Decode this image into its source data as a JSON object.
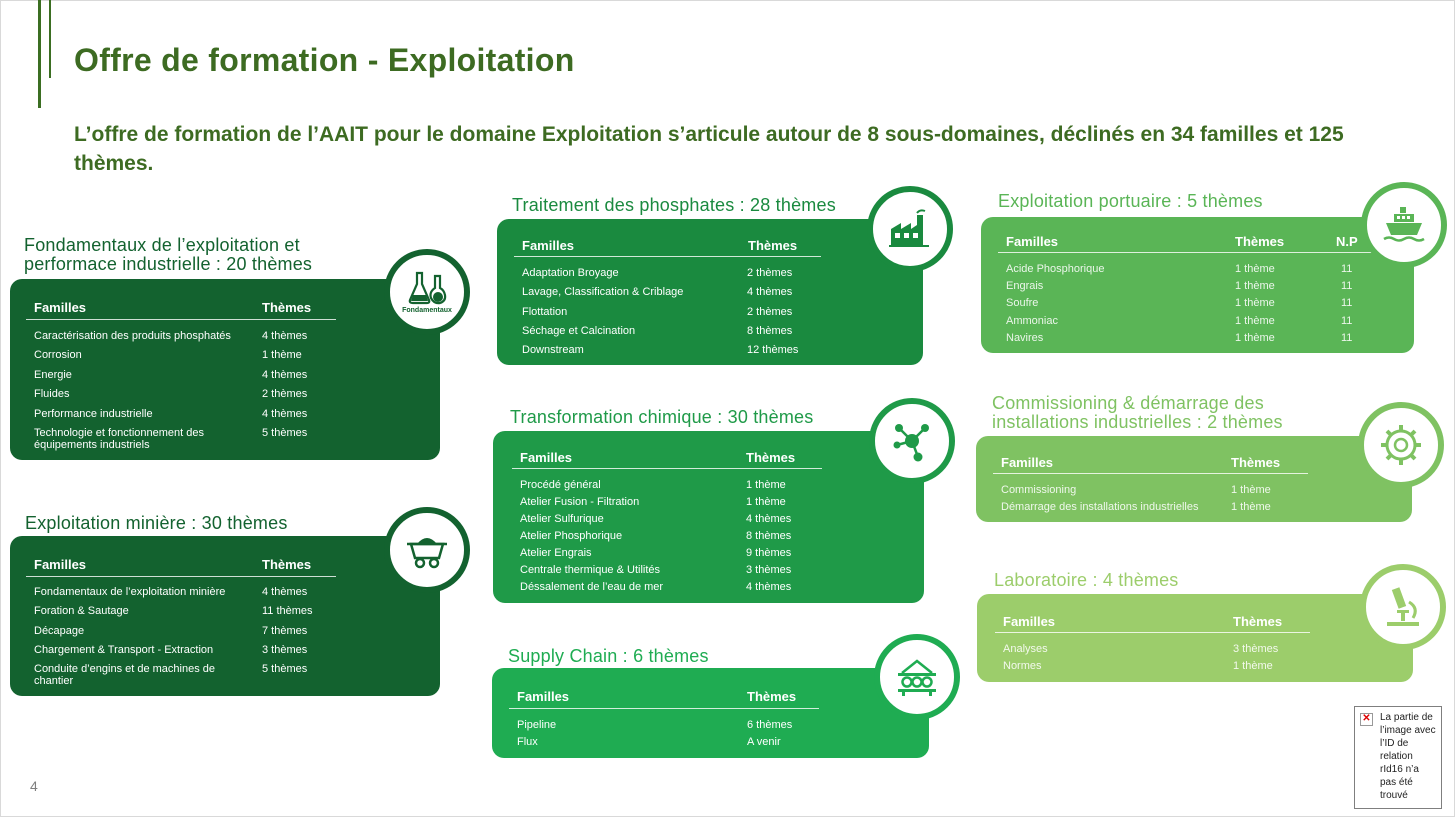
{
  "slide": {
    "title": "Offre de formation - Exploitation",
    "intro": "L’offre de formation de l’AAIT pour le domaine Exploitation s’articule autour de 8 sous-domaines, déclinés en 34 familles et 125 thèmes.",
    "page_number": "4"
  },
  "headers": {
    "familles": "Familles",
    "themes": "Thèmes",
    "np": "N.P"
  },
  "fondamentaux": {
    "title_line1": "Fondamentaux de l’exploitation et",
    "title_line2": "performace industrielle : 20 thèmes",
    "icon_label": "Fondamentaux",
    "rows": [
      {
        "famille": "Caractérisation des produits phosphatés",
        "themes": "4 thèmes"
      },
      {
        "famille": "Corrosion",
        "themes": "1 thème"
      },
      {
        "famille": "Energie",
        "themes": "4 thèmes"
      },
      {
        "famille": "Fluides",
        "themes": "2 thèmes"
      },
      {
        "famille": "Performance industrielle",
        "themes": "4 thèmes"
      },
      {
        "famille": "Technologie et fonctionnement des",
        "famille2": "équipements industriels",
        "themes": "5 thèmes"
      }
    ]
  },
  "miniere": {
    "title": "Exploitation minière : 30 thèmes",
    "rows": [
      {
        "famille": "Fondamentaux de l’exploitation minière",
        "themes": "4 thèmes"
      },
      {
        "famille": "Foration & Sautage",
        "themes": "11 thèmes"
      },
      {
        "famille": "Décapage",
        "themes": "7 thèmes"
      },
      {
        "famille": "Chargement & Transport - Extraction",
        "themes": "3 thèmes"
      },
      {
        "famille": "Conduite d’engins et de machines de",
        "famille2": "chantier",
        "themes": "5 thèmes"
      }
    ]
  },
  "phosphates": {
    "title": "Traitement des phosphates : 28 thèmes",
    "rows": [
      {
        "famille": "Adaptation Broyage",
        "themes": "2 thèmes"
      },
      {
        "famille": "Lavage, Classification & Criblage",
        "themes": "4 thèmes"
      },
      {
        "famille": "Flottation",
        "themes": "2 thèmes"
      },
      {
        "famille": "Séchage et Calcination",
        "themes": "8 thèmes"
      },
      {
        "famille": "Downstream",
        "themes": "12 thèmes"
      }
    ]
  },
  "chimique": {
    "title": "Transformation chimique : 30 thèmes",
    "rows": [
      {
        "famille": "Procédé général",
        "themes": "1 thème"
      },
      {
        "famille": "Atelier Fusion - Filtration",
        "themes": "1 thème"
      },
      {
        "famille": "Atelier Sulfurique",
        "themes": "4 thèmes"
      },
      {
        "famille": "Atelier  Phosphorique",
        "themes": "8 thèmes"
      },
      {
        "famille": "Atelier Engrais",
        "themes": "9 thèmes"
      },
      {
        "famille": "Centrale thermique & Utilités",
        "themes": "3 thèmes"
      },
      {
        "famille": "Déssalement de l’eau de mer",
        "themes": "4 thèmes"
      }
    ]
  },
  "supply": {
    "title": "Supply Chain : 6 thèmes",
    "rows": [
      {
        "famille": "Pipeline",
        "themes": "6 thèmes"
      },
      {
        "famille": "Flux",
        "themes": "A venir"
      }
    ]
  },
  "portuaire": {
    "title": "Exploitation portuaire : 5 thèmes",
    "rows": [
      {
        "famille": "Acide Phosphorique",
        "themes": "1 thème",
        "np": "11"
      },
      {
        "famille": "Engrais",
        "themes": "1 thème",
        "np": "11"
      },
      {
        "famille": "Soufre",
        "themes": "1 thème",
        "np": "11"
      },
      {
        "famille": "Ammoniac",
        "themes": "1 thème",
        "np": "11"
      },
      {
        "famille": "Navires",
        "themes": "1 thème",
        "np": "11"
      }
    ]
  },
  "commissioning": {
    "title_line1": "Commissioning & démarrage des",
    "title_line2": "installations industrielles : 2 thèmes",
    "rows": [
      {
        "famille": "Commissioning",
        "themes": "1 thème"
      },
      {
        "famille": "Démarrage des installations industrielles",
        "themes": "1 thème"
      }
    ]
  },
  "laboratoire": {
    "title": "Laboratoire : 4 thèmes",
    "rows": [
      {
        "famille": "Analyses",
        "themes": "3 thèmes"
      },
      {
        "famille": "Normes",
        "themes": "1 thème"
      }
    ]
  },
  "broken_image_text": "La partie de l’image avec l’ID de relation rId16 n’a pas été trouvé",
  "colors": {
    "dark_green": "#13622f",
    "mid_green": "#1a8a3f",
    "green": "#27a04b",
    "bright_green": "#1fac52",
    "light_green": "#74bf57",
    "lighter_green": "#8fc75c",
    "lime_green": "#9ecf6c",
    "title_green": "#3d6b22"
  },
  "icons": [
    "flask-icon",
    "factory-icon",
    "mine-cart-icon",
    "molecule-icon",
    "pipeline-icon",
    "ship-icon",
    "gear-icon",
    "microscope-icon"
  ]
}
